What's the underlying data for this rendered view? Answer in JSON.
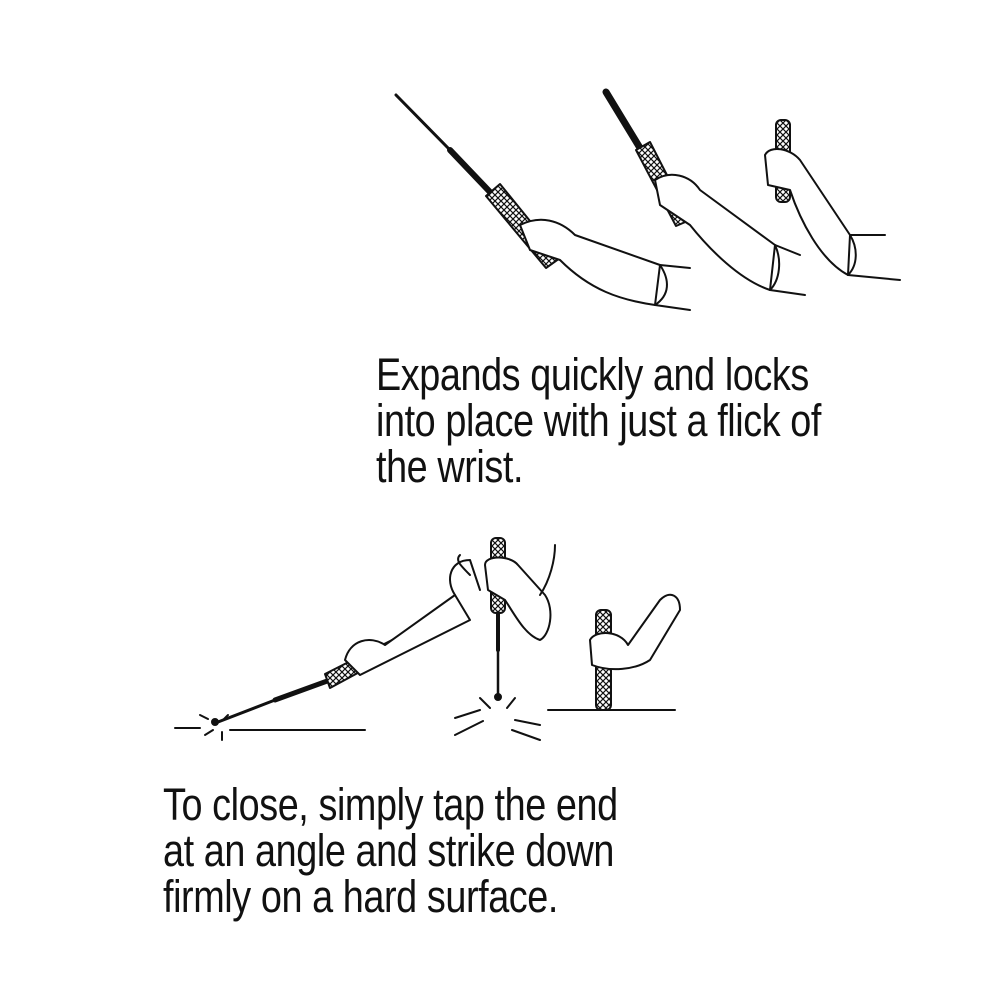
{
  "captions": {
    "expand": {
      "lines": [
        "Expands quickly and locks",
        "into place with just a flick of",
        "the wrist."
      ]
    },
    "close": {
      "lines": [
        "To close, simply tap the end",
        "at an angle and strike down",
        "firmly on a hard surface."
      ]
    }
  },
  "colors": {
    "ink": "#111111",
    "background": "#ffffff"
  }
}
